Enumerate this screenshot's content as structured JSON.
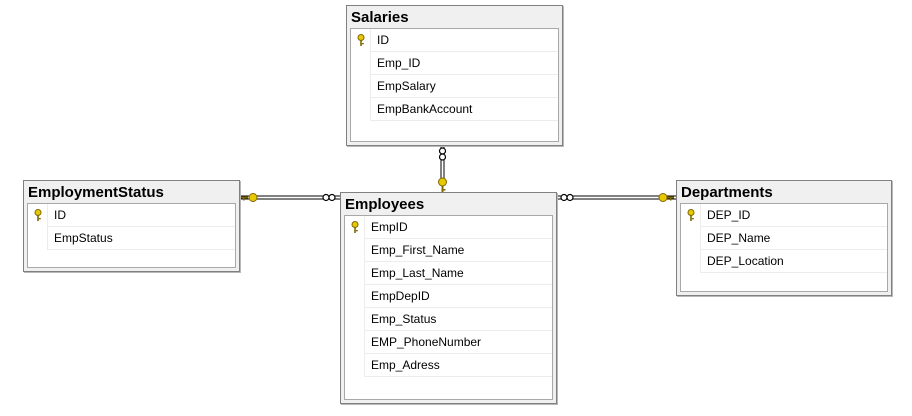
{
  "colors": {
    "key": "#e8c800",
    "connector": "#000000"
  },
  "tables": {
    "salaries": {
      "name": "Salaries",
      "fields": [
        {
          "name": "ID",
          "primary_key": true
        },
        {
          "name": "Emp_ID",
          "primary_key": false
        },
        {
          "name": "EmpSalary",
          "primary_key": false
        },
        {
          "name": "EmpBankAccount",
          "primary_key": false
        }
      ]
    },
    "employment_status": {
      "name": "EmploymentStatus",
      "fields": [
        {
          "name": "ID",
          "primary_key": true
        },
        {
          "name": "EmpStatus",
          "primary_key": false
        }
      ]
    },
    "employees": {
      "name": "Employees",
      "fields": [
        {
          "name": "EmpID",
          "primary_key": true
        },
        {
          "name": "Emp_First_Name",
          "primary_key": false
        },
        {
          "name": "Emp_Last_Name",
          "primary_key": false
        },
        {
          "name": "EmpDepID",
          "primary_key": false
        },
        {
          "name": "Emp_Status",
          "primary_key": false
        },
        {
          "name": "EMP_PhoneNumber",
          "primary_key": false
        },
        {
          "name": "Emp_Adress",
          "primary_key": false
        }
      ]
    },
    "departments": {
      "name": "Departments",
      "fields": [
        {
          "name": "DEP_ID",
          "primary_key": true
        },
        {
          "name": "DEP_Name",
          "primary_key": false
        },
        {
          "name": "DEP_Location",
          "primary_key": false
        }
      ]
    }
  },
  "relationships": [
    {
      "from": "Salaries",
      "to": "Employees",
      "one_end": "Employees",
      "many_end": "Salaries"
    },
    {
      "from": "EmploymentStatus",
      "to": "Employees",
      "one_end": "EmploymentStatus",
      "many_end": "Employees"
    },
    {
      "from": "Departments",
      "to": "Employees",
      "one_end": "Departments",
      "many_end": "Employees"
    }
  ]
}
